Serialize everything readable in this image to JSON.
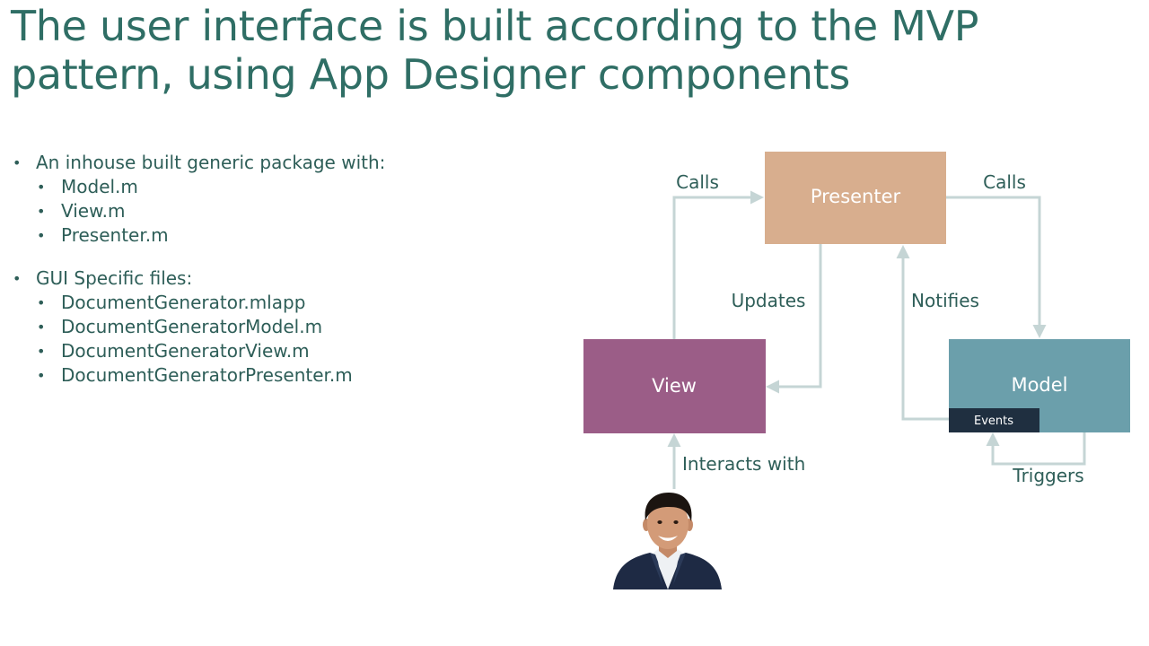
{
  "slide": {
    "title_lines": [
      "The user interface is built according to the MVP",
      "pattern, using App Designer components"
    ]
  },
  "bullets": [
    {
      "text": "An inhouse built generic package with:",
      "items": [
        "Model.m",
        "View.m",
        "Presenter.m"
      ]
    },
    {
      "text": "GUI Specific files:",
      "items": [
        "DocumentGenerator.mlapp",
        "DocumentGeneratorModel.m",
        "DocumentGeneratorView.m",
        "DocumentGeneratorPresenter.m"
      ]
    }
  ],
  "diagram": {
    "presenter": "Presenter",
    "view": "View",
    "model": "Model",
    "events": "Events",
    "edges": {
      "calls_left": "Calls",
      "calls_right": "Calls",
      "updates": "Updates",
      "notifies": "Notifies",
      "interacts_with": "Interacts with",
      "triggers": "Triggers"
    },
    "colors": {
      "presenter": "#d8ae8e",
      "view": "#9b5d87",
      "model": "#6b9fab",
      "events": "#1f2f40",
      "arrow": "#c5d5d5",
      "text": "#2e5e58"
    }
  },
  "person": {
    "icon": "user-avatar-photo"
  }
}
